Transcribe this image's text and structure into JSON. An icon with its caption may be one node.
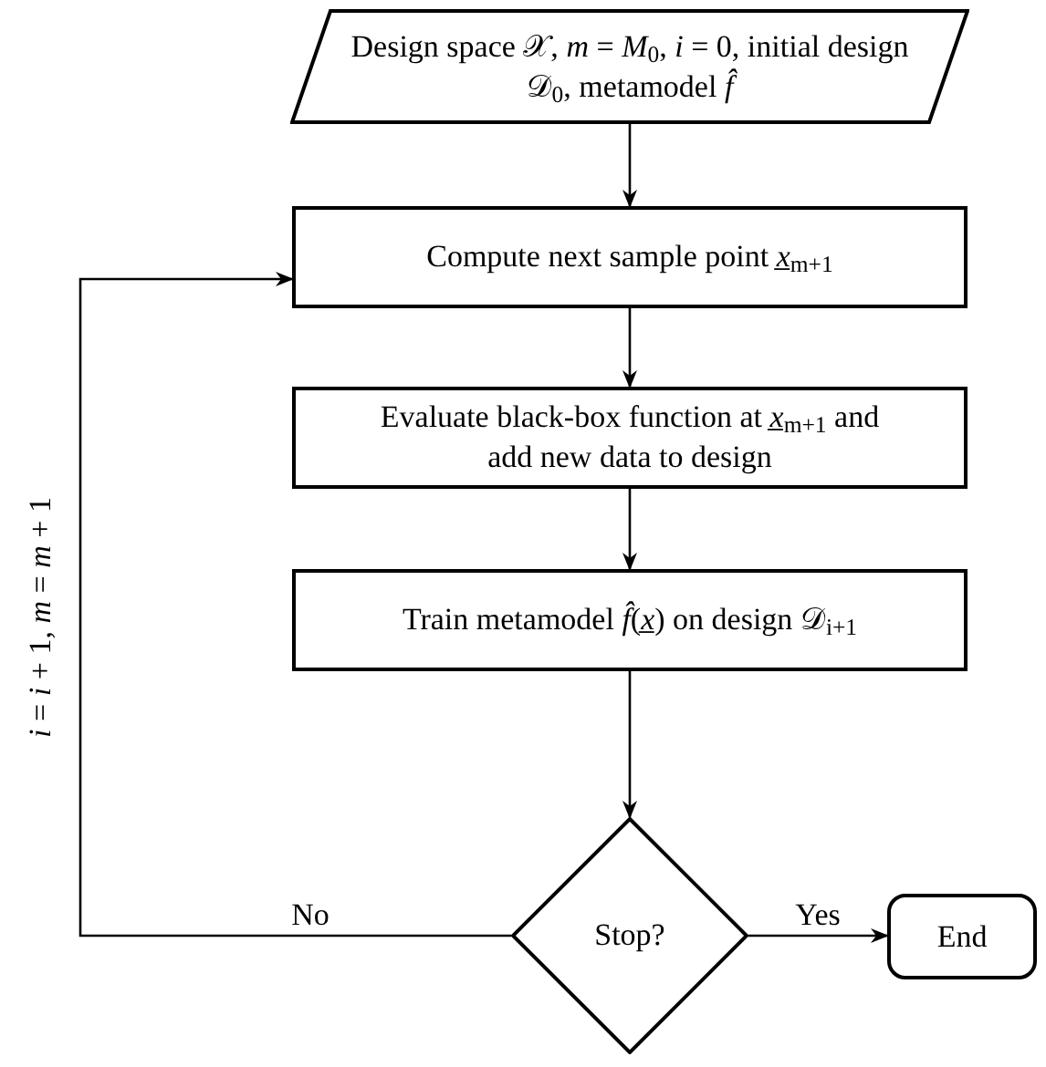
{
  "diagram": {
    "nodes": [
      {
        "text": [
          "Design space 𝒳, *m* = *M*$_{0}$, *i* = 0, initial design 𝒟$_{0}$, metamodel *f̂*"
        ]
      },
      {
        "text": [
          "Compute next sample point *x̲*$_{m+1}$"
        ]
      },
      {
        "text": [
          "Evaluate black-box function at *x̲*$_{m+1}$ and add new data to design"
        ]
      },
      {
        "text": [
          "Train metamodel *f̂*(*x̲*) on design 𝒟$_{i+1}$"
        ]
      },
      {
        "text": [
          "Stop?"
        ]
      },
      {
        "text": [
          "End"
        ]
      }
    ],
    "edges": [
      {
        "from": 0,
        "to": 1,
        "arrow": "to"
      },
      {
        "from": 1,
        "to": 2,
        "arrow": "to"
      },
      {
        "from": 2,
        "to": 3,
        "arrow": "to"
      },
      {
        "from": 3,
        "to": 4,
        "arrow": "to"
      },
      {
        "from": 4,
        "to": 5,
        "arrow": "to",
        "label": "Yes"
      },
      {
        "from": 4,
        "to": 1,
        "arrow": "to",
        "label": "No"
      }
    ],
    "labels": [
      "*i* = *i* + 1,  *m* = *m* + 1"
    ]
  }
}
